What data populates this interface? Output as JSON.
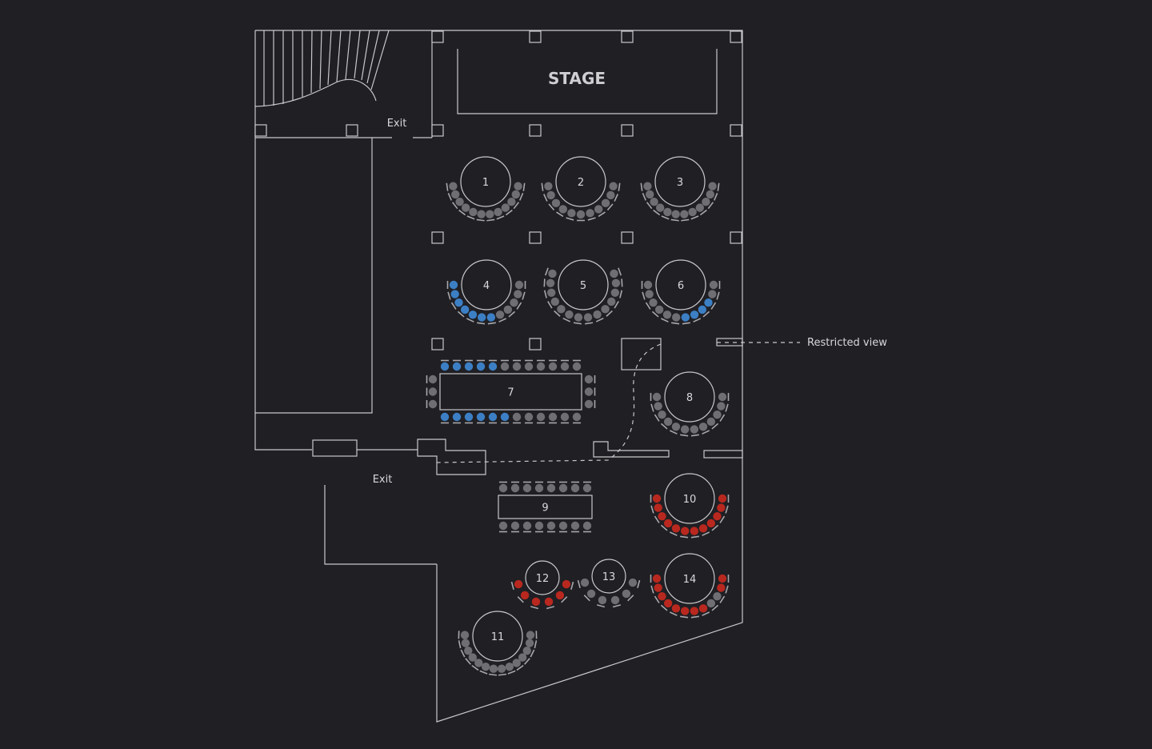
{
  "venue": {
    "stage_label": "STAGE",
    "exit_top_label": "Exit",
    "exit_bottom_label": "Exit",
    "restricted_view_label": "Restricted view"
  },
  "colors": {
    "background": "#1f1f24",
    "wall": "#c9c9cc",
    "available": "#6f6f73",
    "selected": "#3c7fc4",
    "reserved": "#b8281e"
  },
  "tables": [
    {
      "label": "1",
      "shape": "round",
      "seats": [
        "available",
        "available",
        "available",
        "available",
        "available",
        "available",
        "available",
        "available",
        "available",
        "available",
        "available",
        "available"
      ]
    },
    {
      "label": "2",
      "shape": "round",
      "seats": [
        "available",
        "available",
        "available",
        "available",
        "available",
        "available",
        "available",
        "available",
        "available",
        "available",
        "available"
      ]
    },
    {
      "label": "3",
      "shape": "round",
      "seats": [
        "available",
        "available",
        "available",
        "available",
        "available",
        "available",
        "available",
        "available",
        "available",
        "available",
        "available",
        "available"
      ]
    },
    {
      "label": "4",
      "shape": "round",
      "seats": [
        "selected",
        "selected",
        "selected",
        "selected",
        "selected",
        "selected",
        "selected",
        "available",
        "available",
        "available",
        "available",
        "available"
      ]
    },
    {
      "label": "5",
      "shape": "round",
      "seats": [
        "available",
        "available",
        "available",
        "available",
        "available",
        "available",
        "available",
        "available",
        "available",
        "available",
        "available",
        "available",
        "available",
        "available"
      ]
    },
    {
      "label": "6",
      "shape": "round",
      "seats": [
        "available",
        "available",
        "available",
        "available",
        "available",
        "available",
        "selected",
        "selected",
        "selected",
        "selected",
        "available",
        "available"
      ]
    },
    {
      "label": "7",
      "shape": "rect",
      "seats_top": [
        "selected",
        "selected",
        "selected",
        "selected",
        "selected",
        "available",
        "available",
        "available",
        "available",
        "available",
        "available",
        "available"
      ],
      "seats_bottom": [
        "selected",
        "selected",
        "selected",
        "selected",
        "selected",
        "selected",
        "available",
        "available",
        "available",
        "available",
        "available",
        "available"
      ],
      "seats_left": [
        "available",
        "available",
        "available"
      ],
      "seats_right": [
        "available",
        "available",
        "available"
      ]
    },
    {
      "label": "8",
      "shape": "round",
      "seats": [
        "available",
        "available",
        "available",
        "available",
        "available",
        "available",
        "available",
        "available",
        "available",
        "available",
        "available",
        "available"
      ]
    },
    {
      "label": "9",
      "shape": "rect",
      "seats_top": [
        "available",
        "available",
        "available",
        "available",
        "available",
        "available",
        "available",
        "available"
      ],
      "seats_bottom": [
        "available",
        "available",
        "available",
        "available",
        "available",
        "available",
        "available",
        "available"
      ],
      "seats_left": [],
      "seats_right": []
    },
    {
      "label": "10",
      "shape": "round",
      "seats": [
        "reserved",
        "reserved",
        "reserved",
        "reserved",
        "reserved",
        "reserved",
        "reserved",
        "reserved",
        "reserved",
        "reserved",
        "reserved",
        "reserved"
      ]
    },
    {
      "label": "11",
      "shape": "round",
      "seats": [
        "available",
        "available",
        "available",
        "available",
        "available",
        "available",
        "available",
        "available",
        "available",
        "available",
        "available",
        "available",
        "available",
        "available"
      ]
    },
    {
      "label": "12",
      "shape": "round",
      "seats": [
        "reserved",
        "reserved",
        "reserved",
        "reserved",
        "reserved",
        "reserved"
      ]
    },
    {
      "label": "13",
      "shape": "round",
      "seats": [
        "available",
        "available",
        "available",
        "available",
        "available",
        "available"
      ]
    },
    {
      "label": "14",
      "shape": "round",
      "seats": [
        "reserved",
        "reserved",
        "reserved",
        "reserved",
        "reserved",
        "reserved",
        "reserved",
        "reserved",
        "available",
        "available",
        "reserved",
        "reserved"
      ]
    }
  ]
}
